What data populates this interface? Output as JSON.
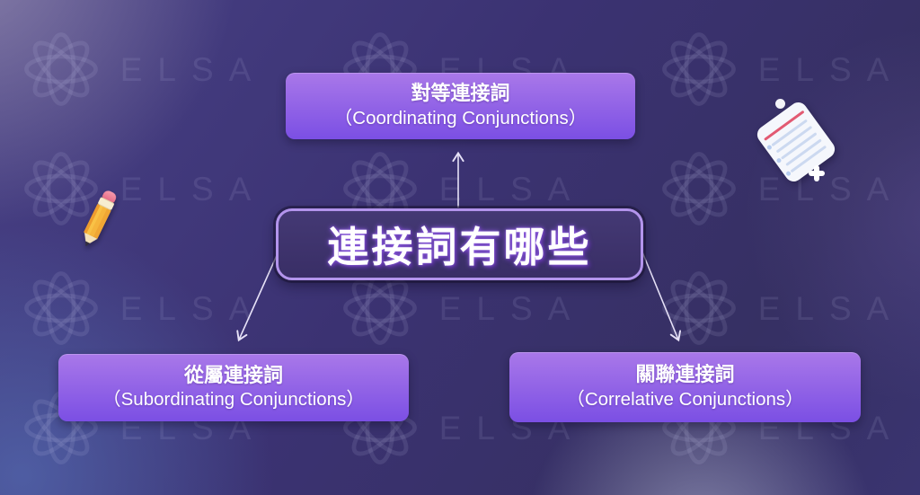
{
  "watermark": {
    "brand": "ELSA"
  },
  "center": {
    "title": "連接詞有哪些"
  },
  "nodes": {
    "top": {
      "zh": "對等連接詞",
      "en": "（Coordinating Conjunctions）"
    },
    "bottom_left": {
      "zh": "從屬連接詞",
      "en": "（Subordinating Conjunctions）"
    },
    "bottom_right": {
      "zh": "關聯連接詞",
      "en": "（Correlative Conjunctions）"
    }
  },
  "icons": {
    "pencil": "pencil-icon",
    "note": "note-icon",
    "note_plus": "plus-icon",
    "watermark_flower": "flower-logo-icon"
  },
  "colors": {
    "background": "#3b3272",
    "node_gradient_top": "#a978e9",
    "node_gradient_bottom": "#7b4fe4",
    "center_border": "#b394ec",
    "center_fill": "#3d3269",
    "arrow": "#e6e1f7",
    "title_glow": "#8d5ce0"
  }
}
